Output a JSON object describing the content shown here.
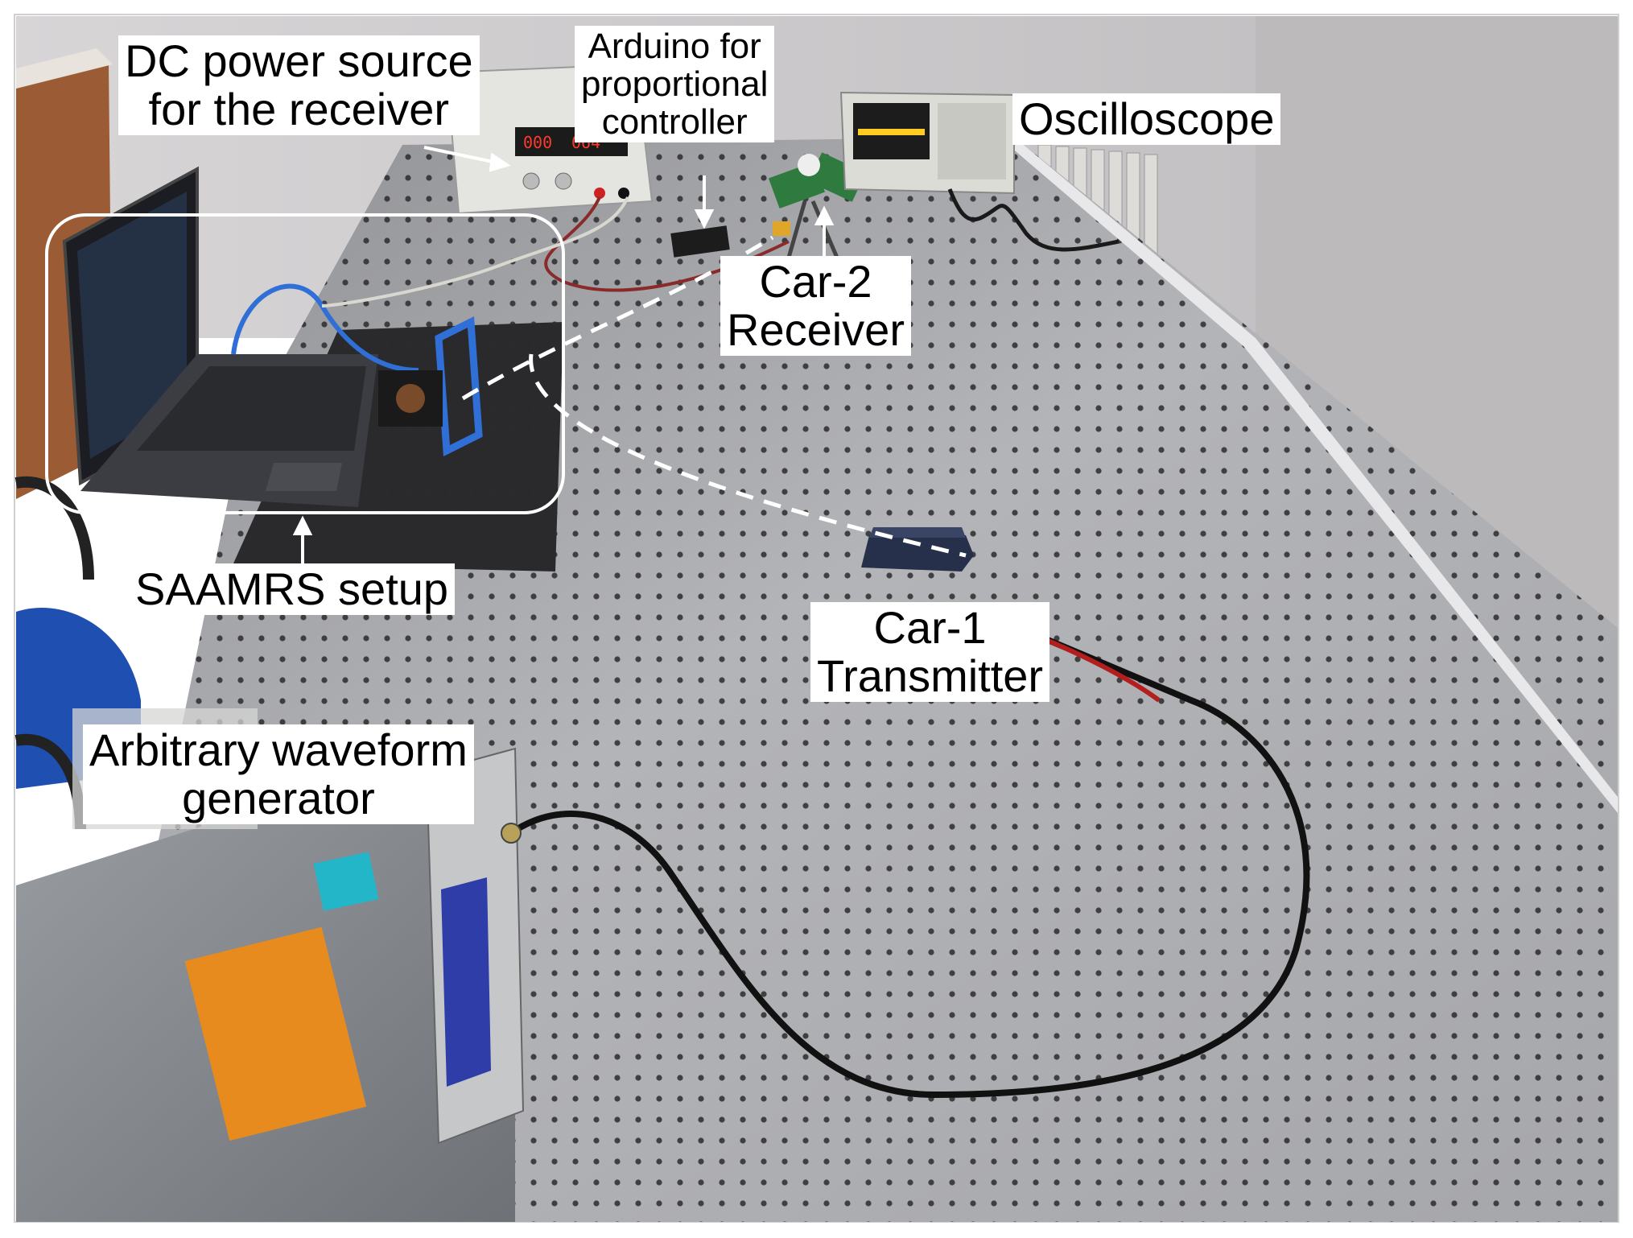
{
  "labels": {
    "dc_power": [
      "DC power source",
      "for the receiver"
    ],
    "arduino": [
      "Arduino for",
      "proportional",
      "controller"
    ],
    "oscilloscope": [
      "Oscilloscope"
    ],
    "car2": [
      "Car-2",
      "Receiver"
    ],
    "saamrs": [
      "SAAMRS setup"
    ],
    "car1": [
      "Car-1",
      "Transmitter"
    ],
    "awg": [
      "Arbitrary waveform",
      "generator"
    ]
  },
  "instruments": {
    "power_supply_readout": [
      "000",
      "064"
    ]
  },
  "colors": {
    "table_surface": "#a9a9ab",
    "table_hole": "#2a2a2c",
    "wall": "#c9c7c9",
    "annotation": "#ffffff",
    "laptop_cable": "#2f6fd6",
    "car_body": "#27304a",
    "chair": "#1f4fb0",
    "cabinet": "#9b5b35"
  }
}
